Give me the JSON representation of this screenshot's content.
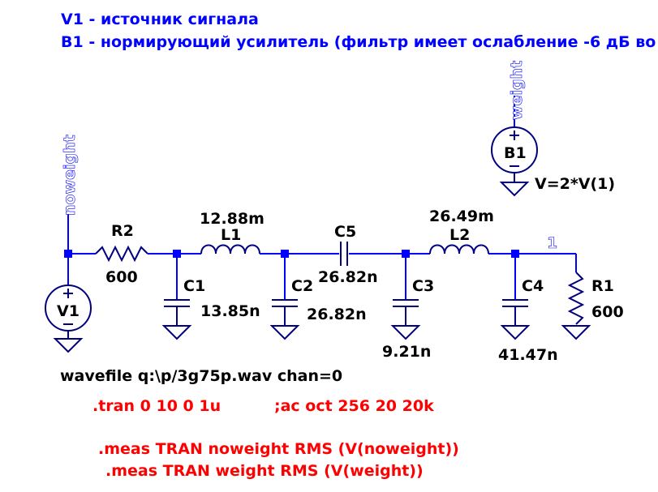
{
  "comments": {
    "line1": "V1 - источник сигнала",
    "line2": "B1 - нормирующий усилитель (фильтр имеет ослабление -6 дБ во"
  },
  "components": {
    "R2": {
      "name": "R2",
      "value": "600"
    },
    "L1": {
      "name": "L1",
      "value": "12.88m"
    },
    "C5": {
      "name": "C5",
      "value": "26.82n"
    },
    "L2": {
      "name": "L2",
      "value": "26.49m"
    },
    "C1": {
      "name": "C1",
      "value": "13.85n"
    },
    "C2": {
      "name": "C2",
      "value": "26.82n"
    },
    "C3": {
      "name": "C3",
      "value": "9.21n"
    },
    "C4": {
      "name": "C4",
      "value": "41.47n"
    },
    "R1": {
      "name": "R1",
      "value": "600"
    },
    "V1": {
      "name": "V1",
      "value": "wavefile q:\\p/3g75p.wav chan=0"
    },
    "B1": {
      "name": "B1",
      "value": "V=2*V(1)"
    }
  },
  "netlabels": {
    "noweight": "noweight",
    "weight": "weight",
    "node1": "1"
  },
  "directives": {
    "tran": ".tran 0 10 0 1u",
    "ac": ";ac oct 256 20 20k",
    "meas1": ".meas TRAN noweight RMS (V(noweight))",
    "meas2": ".meas TRAN weight RMS (V(weight))"
  },
  "colors": {
    "wire": "#0000ff",
    "node": "#0000ff",
    "symbol": "#000080",
    "text": "#000000",
    "comment": "#0000ff",
    "directive": "#ff0000",
    "netlabel": "#ffffff",
    "background": "#ffffff"
  }
}
